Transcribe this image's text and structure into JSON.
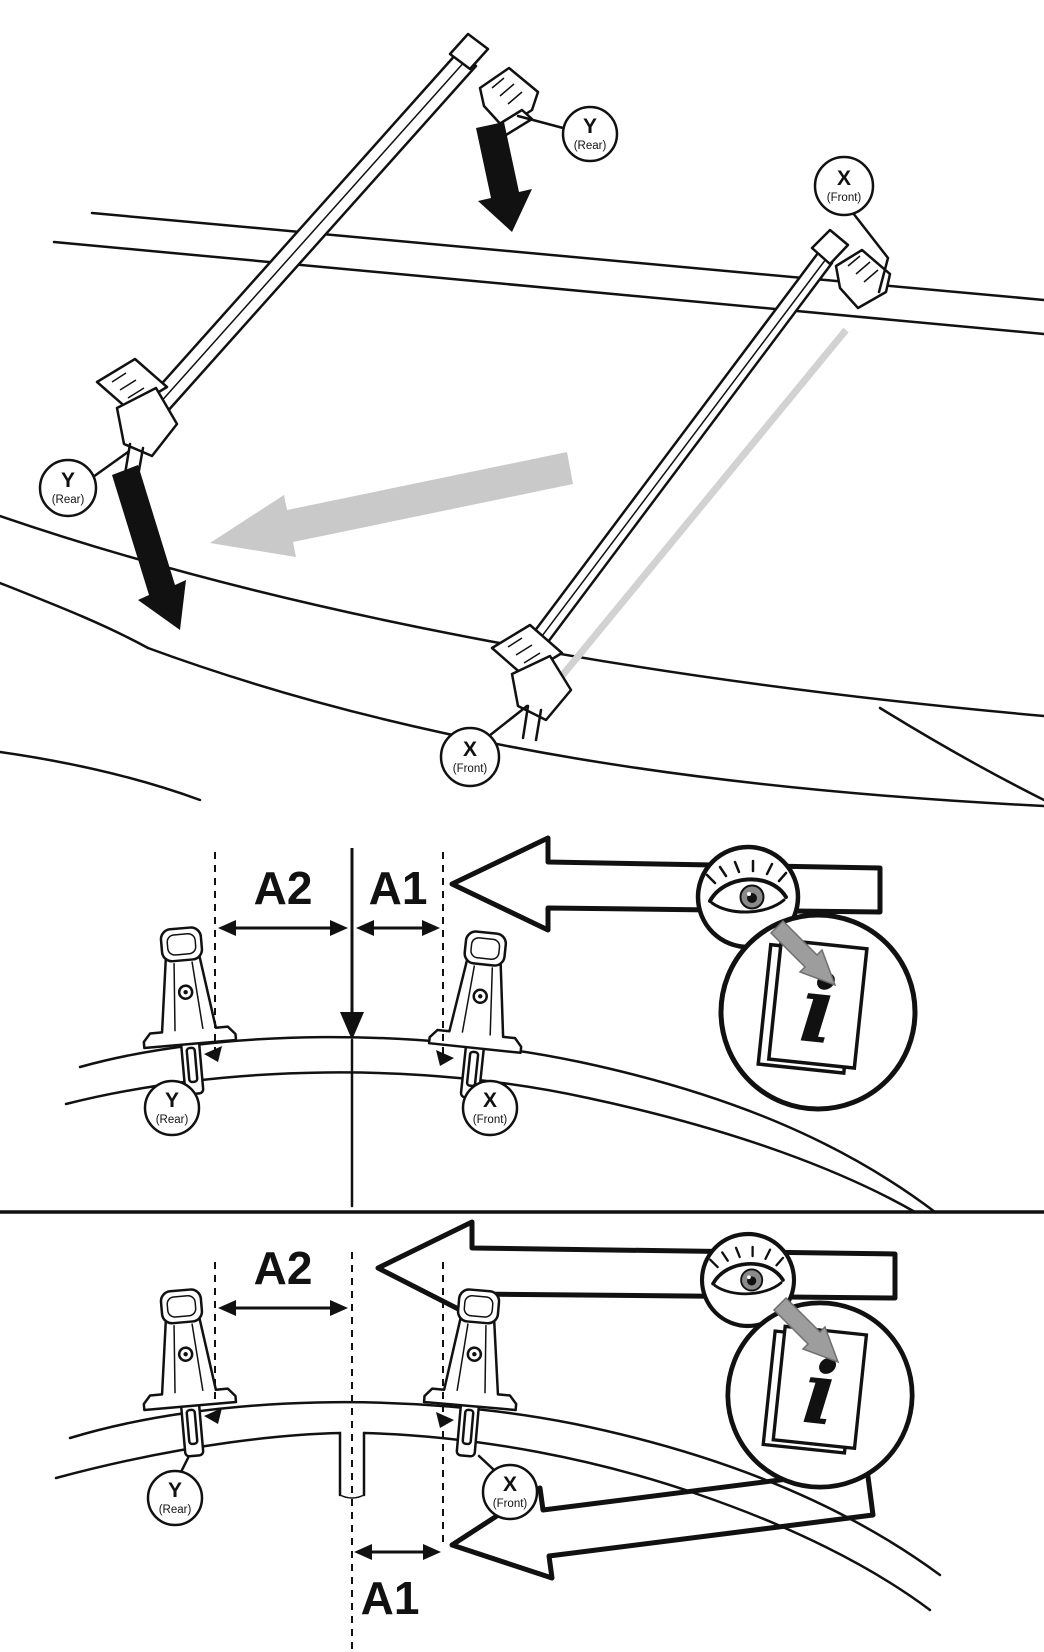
{
  "labels": {
    "rear": {
      "letter": "Y",
      "caption": "(Rear)"
    },
    "front": {
      "letter": "X",
      "caption": "(Front)"
    }
  },
  "dimensions": {
    "a1": "A1",
    "a2": "A2"
  },
  "info_icon": {
    "glyph": "i"
  },
  "colors": {
    "line": "#111111",
    "ghost_arrow_gray": "#c9c9c9",
    "pointer_arrow_gray": "#9d9d9d",
    "placement_arrow_black": "#111111"
  }
}
